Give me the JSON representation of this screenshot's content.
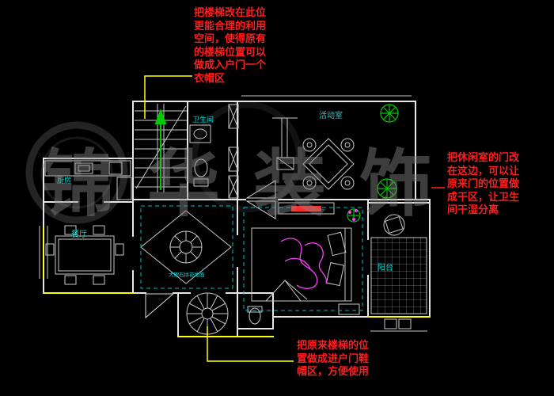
{
  "watermark": {
    "text": "锦华装饰"
  },
  "annotations": {
    "top": {
      "lines": [
        "把楼梯改在此位",
        "更能合理的利用",
        "空间，使得原有",
        "的楼梯位置可以",
        "做成入户门一个",
        "衣帽区"
      ]
    },
    "right": {
      "lines": [
        "把休闲室的门改",
        "在这边，可以让",
        "原来门的位置做",
        "成干区，让卫生",
        "间干湿分离"
      ]
    },
    "bottom": {
      "lines": [
        "把原来楼梯的位",
        "置做成进户门鞋",
        "帽区，方便使用"
      ]
    }
  },
  "rooms": {
    "bathroom": "卫生间",
    "activity_room": "活动室",
    "kitchen": "厨房",
    "dining": "餐厅",
    "balcony": "阳台",
    "foyer_floor_note": "大理石拼花地面"
  },
  "colors": {
    "background": "#000000",
    "wall_line": "#e6e6e6",
    "window_line": "#ffff00",
    "room_label": "#00dcdc",
    "annotation_text": "#ff1e1e",
    "ceiling_dash": "#00b8c8",
    "plant_green": "#00c800",
    "furniture_accent": "#ff3cff",
    "leader_line": "#ffff00"
  }
}
